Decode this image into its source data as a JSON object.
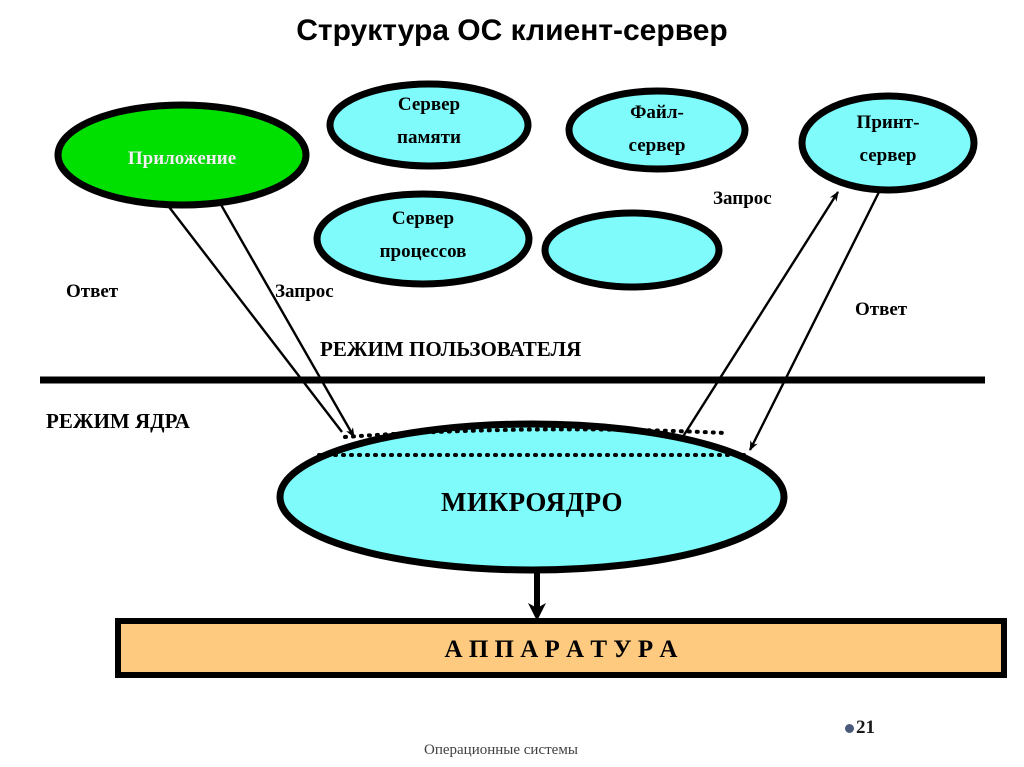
{
  "slide": {
    "title": "Структура ОС клиент-сервер",
    "footer_text": "Операционные системы",
    "page_number": "21"
  },
  "colors": {
    "application_fill": "#00e000",
    "server_fill": "#7ffbfb",
    "hardware_fill": "#fdca80",
    "outline": "#000000",
    "bullet": "#4a5a7a"
  },
  "nodes": {
    "application": {
      "label": "Приложение"
    },
    "memory_server": {
      "line1": "Сервер",
      "line2": "памяти"
    },
    "file_server": {
      "line1": "Файл-",
      "line2": "сервер"
    },
    "print_server": {
      "line1": "Принт-",
      "line2": "сервер"
    },
    "process_server": {
      "line1": "Сервер",
      "line2": "процессов"
    },
    "empty_server": {
      "label": ""
    },
    "microkernel": {
      "label": "МИКРОЯДРО"
    },
    "hardware": {
      "label": "А П П А Р А Т У Р А"
    }
  },
  "flow_labels": {
    "response_left": "Ответ",
    "request_left": "Запрос",
    "request_right": "Запрос",
    "response_right": "Ответ"
  },
  "mode_labels": {
    "user_mode": "РЕЖИМ  ПОЛЬЗОВАТЕЛЯ",
    "kernel_mode": "РЕЖИМ   ЯДРА"
  }
}
